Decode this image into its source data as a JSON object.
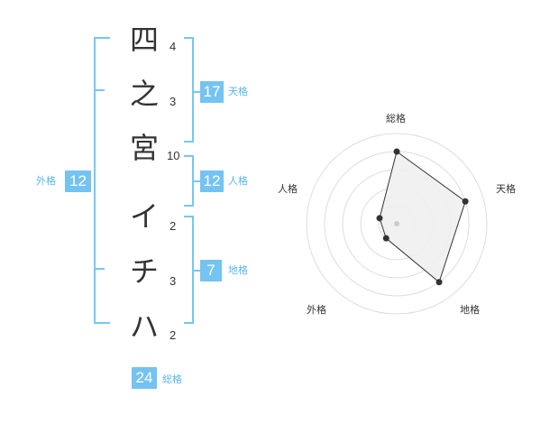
{
  "name": {
    "characters": [
      {
        "char": "四",
        "strokes": "4"
      },
      {
        "char": "之",
        "strokes": "3"
      },
      {
        "char": "宮",
        "strokes": "10"
      },
      {
        "char": "イ",
        "strokes": "2"
      },
      {
        "char": "チ",
        "strokes": "3"
      },
      {
        "char": "ハ",
        "strokes": "2"
      }
    ]
  },
  "fortune": {
    "tenkaku": {
      "value": "17",
      "label": "天格"
    },
    "jinkaku": {
      "value": "12",
      "label": "人格"
    },
    "chikaku": {
      "value": "7",
      "label": "地格"
    },
    "gaikaku": {
      "value": "12",
      "label": "外格"
    },
    "soukaku": {
      "value": "24",
      "label": "総格"
    }
  },
  "radar": {
    "axes": [
      "総格",
      "天格",
      "地格",
      "外格",
      "人格"
    ],
    "levels": [
      4,
      4,
      4,
      1,
      1
    ],
    "max": 5,
    "colors": {
      "ring": "#dddddd",
      "fill": "#efefef",
      "line": "#333333",
      "dot": "#333333",
      "center": "#cccccc"
    }
  },
  "colors": {
    "accent": "#74c3f0",
    "bracket": "#77c7f1",
    "label": "#5bb6ea"
  }
}
